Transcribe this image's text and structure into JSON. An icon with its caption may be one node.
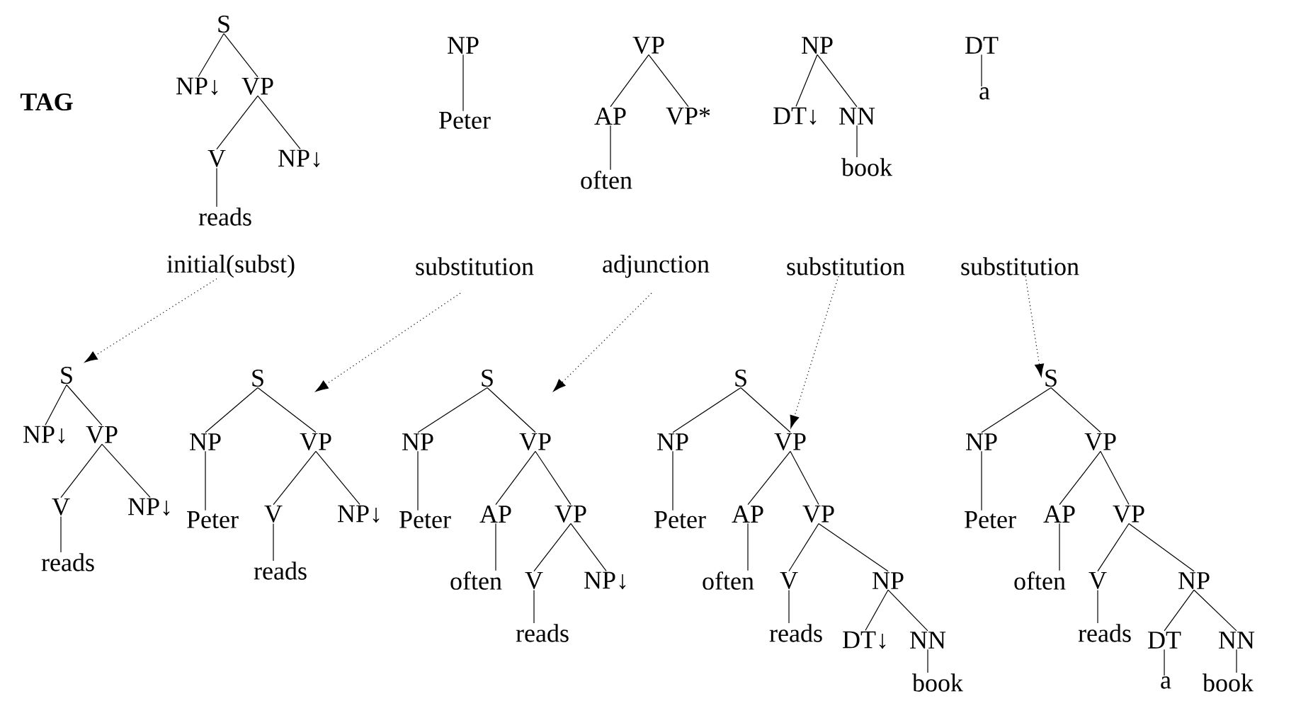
{
  "diagram": {
    "nodes": [
      {
        "text": [
          "S"
        ]
      },
      {
        "text": [
          "NP↓"
        ]
      },
      {
        "text": [
          "VP"
        ]
      },
      {
        "text": [
          "V"
        ]
      },
      {
        "text": [
          "NP↓"
        ]
      },
      {
        "text": [
          "reads"
        ]
      },
      {
        "text": [
          "NP"
        ]
      },
      {
        "text": [
          "Peter"
        ]
      },
      {
        "text": [
          "VP"
        ]
      },
      {
        "text": [
          "AP"
        ]
      },
      {
        "text": [
          "VP*"
        ]
      },
      {
        "text": [
          "often"
        ]
      },
      {
        "text": [
          "NP"
        ]
      },
      {
        "text": [
          "DT↓"
        ]
      },
      {
        "text": [
          "NN"
        ]
      },
      {
        "text": [
          "book"
        ]
      },
      {
        "text": [
          "DT"
        ]
      },
      {
        "text": [
          "a"
        ]
      },
      {
        "text": [
          "initial(subst)"
        ]
      },
      {
        "text": [
          "substitution"
        ]
      },
      {
        "text": [
          "adjunction"
        ]
      },
      {
        "text": [
          "substitution"
        ]
      },
      {
        "text": [
          "substitution"
        ]
      },
      {
        "text": [
          "S"
        ]
      },
      {
        "text": [
          "NP↓"
        ]
      },
      {
        "text": [
          "VP"
        ]
      },
      {
        "text": [
          "V"
        ]
      },
      {
        "text": [
          "NP↓"
        ]
      },
      {
        "text": [
          "reads"
        ]
      },
      {
        "text": [
          "S"
        ]
      },
      {
        "text": [
          "NP"
        ]
      },
      {
        "text": [
          "VP"
        ]
      },
      {
        "text": [
          "Peter"
        ]
      },
      {
        "text": [
          "V"
        ]
      },
      {
        "text": [
          "NP↓"
        ]
      },
      {
        "text": [
          "reads"
        ]
      },
      {
        "text": [
          "S"
        ]
      },
      {
        "text": [
          "NP"
        ]
      },
      {
        "text": [
          "VP"
        ]
      },
      {
        "text": [
          "Peter"
        ]
      },
      {
        "text": [
          "AP"
        ]
      },
      {
        "text": [
          "VP"
        ]
      },
      {
        "text": [
          "often"
        ]
      },
      {
        "text": [
          "V"
        ]
      },
      {
        "text": [
          "NP↓"
        ]
      },
      {
        "text": [
          "reads"
        ]
      },
      {
        "text": [
          "S"
        ]
      },
      {
        "text": [
          "NP"
        ]
      },
      {
        "text": [
          "VP"
        ]
      },
      {
        "text": [
          "Peter"
        ]
      },
      {
        "text": [
          "AP"
        ]
      },
      {
        "text": [
          "VP"
        ]
      },
      {
        "text": [
          "often"
        ]
      },
      {
        "text": [
          "V"
        ]
      },
      {
        "text": [
          "NP"
        ]
      },
      {
        "text": [
          "reads"
        ]
      },
      {
        "text": [
          "DT↓"
        ]
      },
      {
        "text": [
          "NN"
        ]
      },
      {
        "text": [
          "book"
        ]
      },
      {
        "text": [
          "S"
        ]
      },
      {
        "text": [
          "NP"
        ]
      },
      {
        "text": [
          "VP"
        ]
      },
      {
        "text": [
          "Peter"
        ]
      },
      {
        "text": [
          "AP"
        ]
      },
      {
        "text": [
          "VP"
        ]
      },
      {
        "text": [
          "often"
        ]
      },
      {
        "text": [
          "V"
        ]
      },
      {
        "text": [
          "NP"
        ]
      },
      {
        "text": [
          "reads"
        ]
      },
      {
        "text": [
          "DT"
        ]
      },
      {
        "text": [
          "NN"
        ]
      },
      {
        "text": [
          "a"
        ]
      },
      {
        "text": [
          "book"
        ]
      }
    ],
    "edges": [
      {
        "from": 0,
        "to": 1,
        "arrow": "none"
      },
      {
        "from": 0,
        "to": 2,
        "arrow": "none"
      },
      {
        "from": 2,
        "to": 3,
        "arrow": "none"
      },
      {
        "from": 2,
        "to": 4,
        "arrow": "none"
      },
      {
        "from": 3,
        "to": 5,
        "arrow": "none"
      },
      {
        "from": 6,
        "to": 7,
        "arrow": "none"
      },
      {
        "from": 8,
        "to": 9,
        "arrow": "none"
      },
      {
        "from": 8,
        "to": 10,
        "arrow": "none"
      },
      {
        "from": 9,
        "to": 11,
        "arrow": "none"
      },
      {
        "from": 12,
        "to": 13,
        "arrow": "none"
      },
      {
        "from": 12,
        "to": 14,
        "arrow": "none"
      },
      {
        "from": 14,
        "to": 15,
        "arrow": "none"
      },
      {
        "from": 16,
        "to": 17,
        "arrow": "none"
      },
      {
        "from": 18,
        "to": 23,
        "arrow": "to",
        "style": "dashed"
      },
      {
        "from": 19,
        "to": null,
        "arrow": "to",
        "style": "dashed"
      },
      {
        "from": 20,
        "to": null,
        "arrow": "to",
        "style": "dashed"
      },
      {
        "from": 21,
        "to": 48,
        "arrow": "to",
        "style": "dashed"
      },
      {
        "from": 22,
        "to": 59,
        "arrow": "to",
        "style": "dashed"
      },
      {
        "from": 23,
        "to": 24,
        "arrow": "none"
      },
      {
        "from": 23,
        "to": 25,
        "arrow": "none"
      },
      {
        "from": 25,
        "to": 26,
        "arrow": "none"
      },
      {
        "from": 25,
        "to": 27,
        "arrow": "none"
      },
      {
        "from": 26,
        "to": 28,
        "arrow": "none"
      },
      {
        "from": 29,
        "to": 30,
        "arrow": "none"
      },
      {
        "from": 29,
        "to": 31,
        "arrow": "none"
      },
      {
        "from": 30,
        "to": 32,
        "arrow": "none"
      },
      {
        "from": 31,
        "to": 33,
        "arrow": "none"
      },
      {
        "from": 31,
        "to": 34,
        "arrow": "none"
      },
      {
        "from": 33,
        "to": 35,
        "arrow": "none"
      },
      {
        "from": 36,
        "to": 37,
        "arrow": "none"
      },
      {
        "from": 36,
        "to": 38,
        "arrow": "none"
      },
      {
        "from": 37,
        "to": 39,
        "arrow": "none"
      },
      {
        "from": 38,
        "to": 40,
        "arrow": "none"
      },
      {
        "from": 38,
        "to": 41,
        "arrow": "none"
      },
      {
        "from": 40,
        "to": 42,
        "arrow": "none"
      },
      {
        "from": 41,
        "to": 43,
        "arrow": "none"
      },
      {
        "from": 41,
        "to": 44,
        "arrow": "none"
      },
      {
        "from": 43,
        "to": 45,
        "arrow": "none"
      },
      {
        "from": 46,
        "to": 47,
        "arrow": "none"
      },
      {
        "from": 46,
        "to": 48,
        "arrow": "none"
      },
      {
        "from": 47,
        "to": 49,
        "arrow": "none"
      },
      {
        "from": 48,
        "to": 50,
        "arrow": "none"
      },
      {
        "from": 48,
        "to": 51,
        "arrow": "none"
      },
      {
        "from": 50,
        "to": 52,
        "arrow": "none"
      },
      {
        "from": 51,
        "to": 53,
        "arrow": "none"
      },
      {
        "from": 51,
        "to": 54,
        "arrow": "none"
      },
      {
        "from": 53,
        "to": 55,
        "arrow": "none"
      },
      {
        "from": 54,
        "to": 56,
        "arrow": "none"
      },
      {
        "from": 54,
        "to": 57,
        "arrow": "none"
      },
      {
        "from": 57,
        "to": 58,
        "arrow": "none"
      },
      {
        "from": 59,
        "to": 60,
        "arrow": "none"
      },
      {
        "from": 59,
        "to": 61,
        "arrow": "none"
      },
      {
        "from": 60,
        "to": 62,
        "arrow": "none"
      },
      {
        "from": 61,
        "to": 63,
        "arrow": "none"
      },
      {
        "from": 61,
        "to": 64,
        "arrow": "none"
      },
      {
        "from": 63,
        "to": 65,
        "arrow": "none"
      },
      {
        "from": 64,
        "to": 66,
        "arrow": "none"
      },
      {
        "from": 64,
        "to": 67,
        "arrow": "none"
      },
      {
        "from": 66,
        "to": 68,
        "arrow": "none"
      },
      {
        "from": 67,
        "to": 69,
        "arrow": "none"
      },
      {
        "from": 67,
        "to": 70,
        "arrow": "none"
      },
      {
        "from": 69,
        "to": 71,
        "arrow": "none"
      },
      {
        "from": 70,
        "to": 72,
        "arrow": "none"
      }
    ],
    "labels": [
      "TAG"
    ]
  }
}
